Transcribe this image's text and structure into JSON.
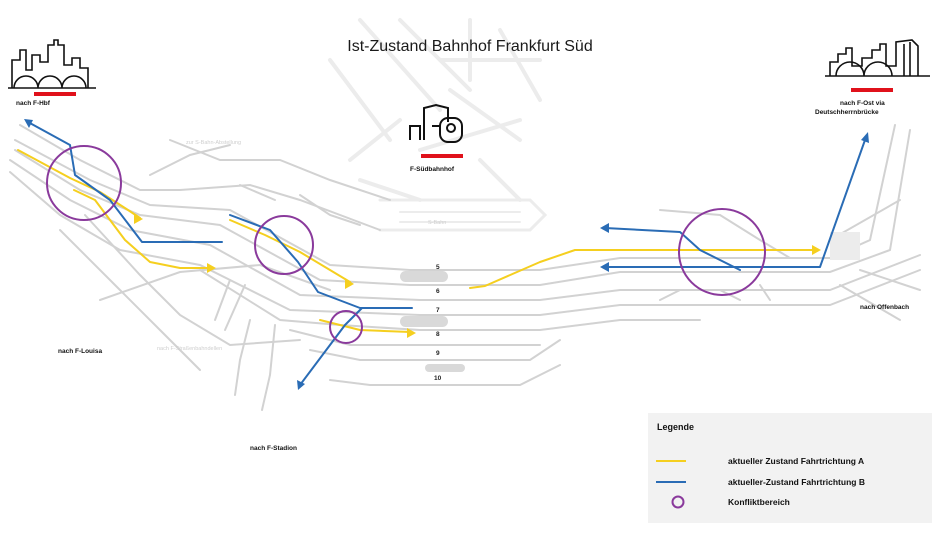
{
  "title": "Ist-Zustand Bahnhof Frankfurt Süd",
  "directions": {
    "hbf": "nach F-Hbf",
    "ost_line1": "nach F-Ost via",
    "ost_line2": "Deutschherrnbrücke",
    "suedbahnhof": "F-Südbahnhof",
    "louisa": "nach F-Louisa",
    "stadion": "nach F-Stadion",
    "offenbach": "nach Offenbach"
  },
  "faint_labels": {
    "sbahn_abstellung": "zur S-Bahn-Abstellung",
    "strassenbahn": "nach F-Straßenbahndellen",
    "sbahn": "S-Bahn"
  },
  "tracks": [
    "5",
    "6",
    "7",
    "8",
    "9",
    "10"
  ],
  "legend": {
    "title": "Legende",
    "items": [
      {
        "label": "aktueller Zustand Fahrtrichtung A",
        "color": "#f5cf1f",
        "symbol": "line"
      },
      {
        "label": "aktueller-Zustand Fahrtrichtung B",
        "color": "#2a6cb5",
        "symbol": "line"
      },
      {
        "label": "Konfliktbereich",
        "color": "#8a3a9c",
        "symbol": "circle"
      }
    ]
  },
  "colors": {
    "direction_a": "#f5cf1f",
    "direction_b": "#2a6cb5",
    "conflict": "#8a3a9c",
    "track": "#d2d2d2",
    "station_bar": "#e0111b"
  },
  "icons": [
    "skyline-hbf-icon",
    "skyline-ost-icon",
    "station-train-icon"
  ]
}
